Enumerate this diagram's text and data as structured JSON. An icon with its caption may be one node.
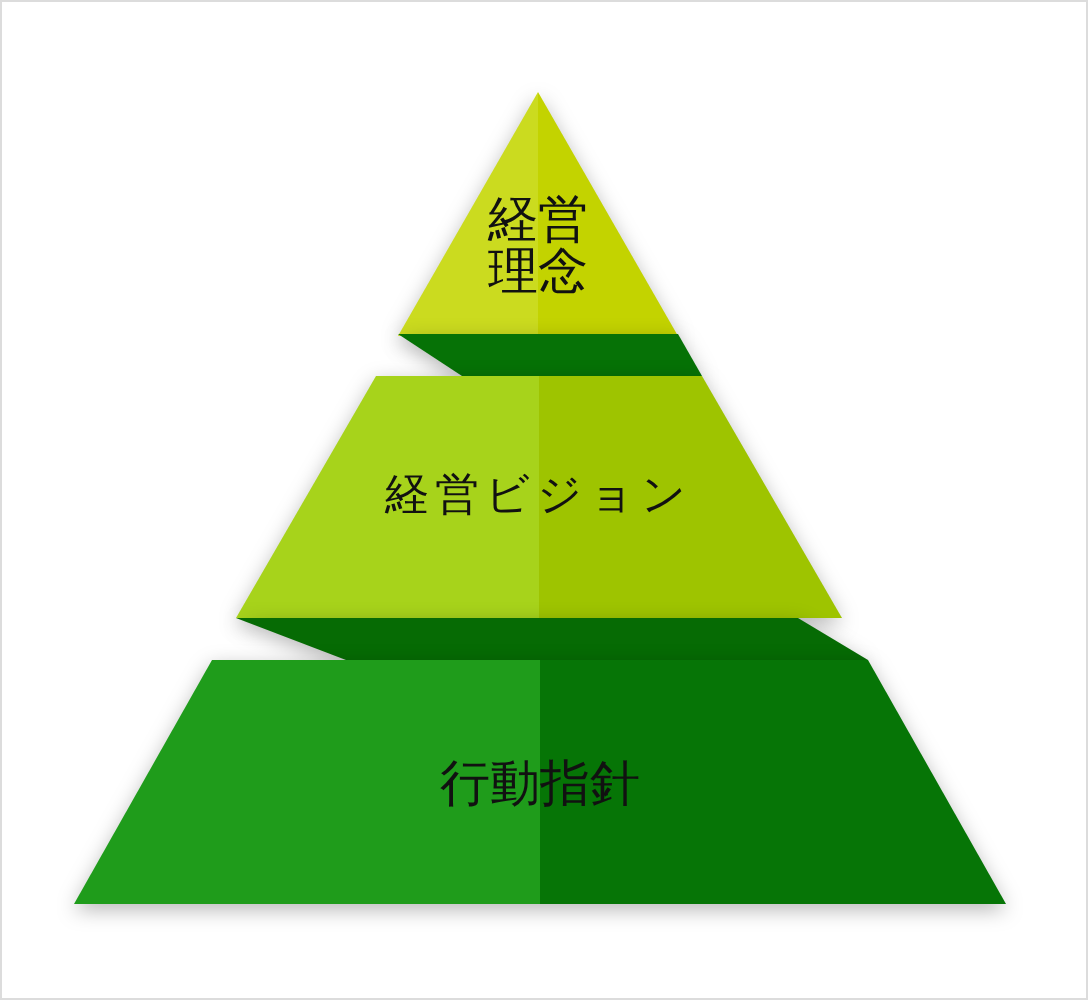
{
  "diagram": {
    "nodes": [
      {
        "text": [
          "経営理念"
        ]
      },
      {
        "text": [],
        "shape": "band"
      },
      {
        "text": [
          "経営ビジョン"
        ]
      },
      {
        "text": [],
        "shape": "band"
      },
      {
        "text": [
          "行動指針"
        ]
      }
    ]
  }
}
